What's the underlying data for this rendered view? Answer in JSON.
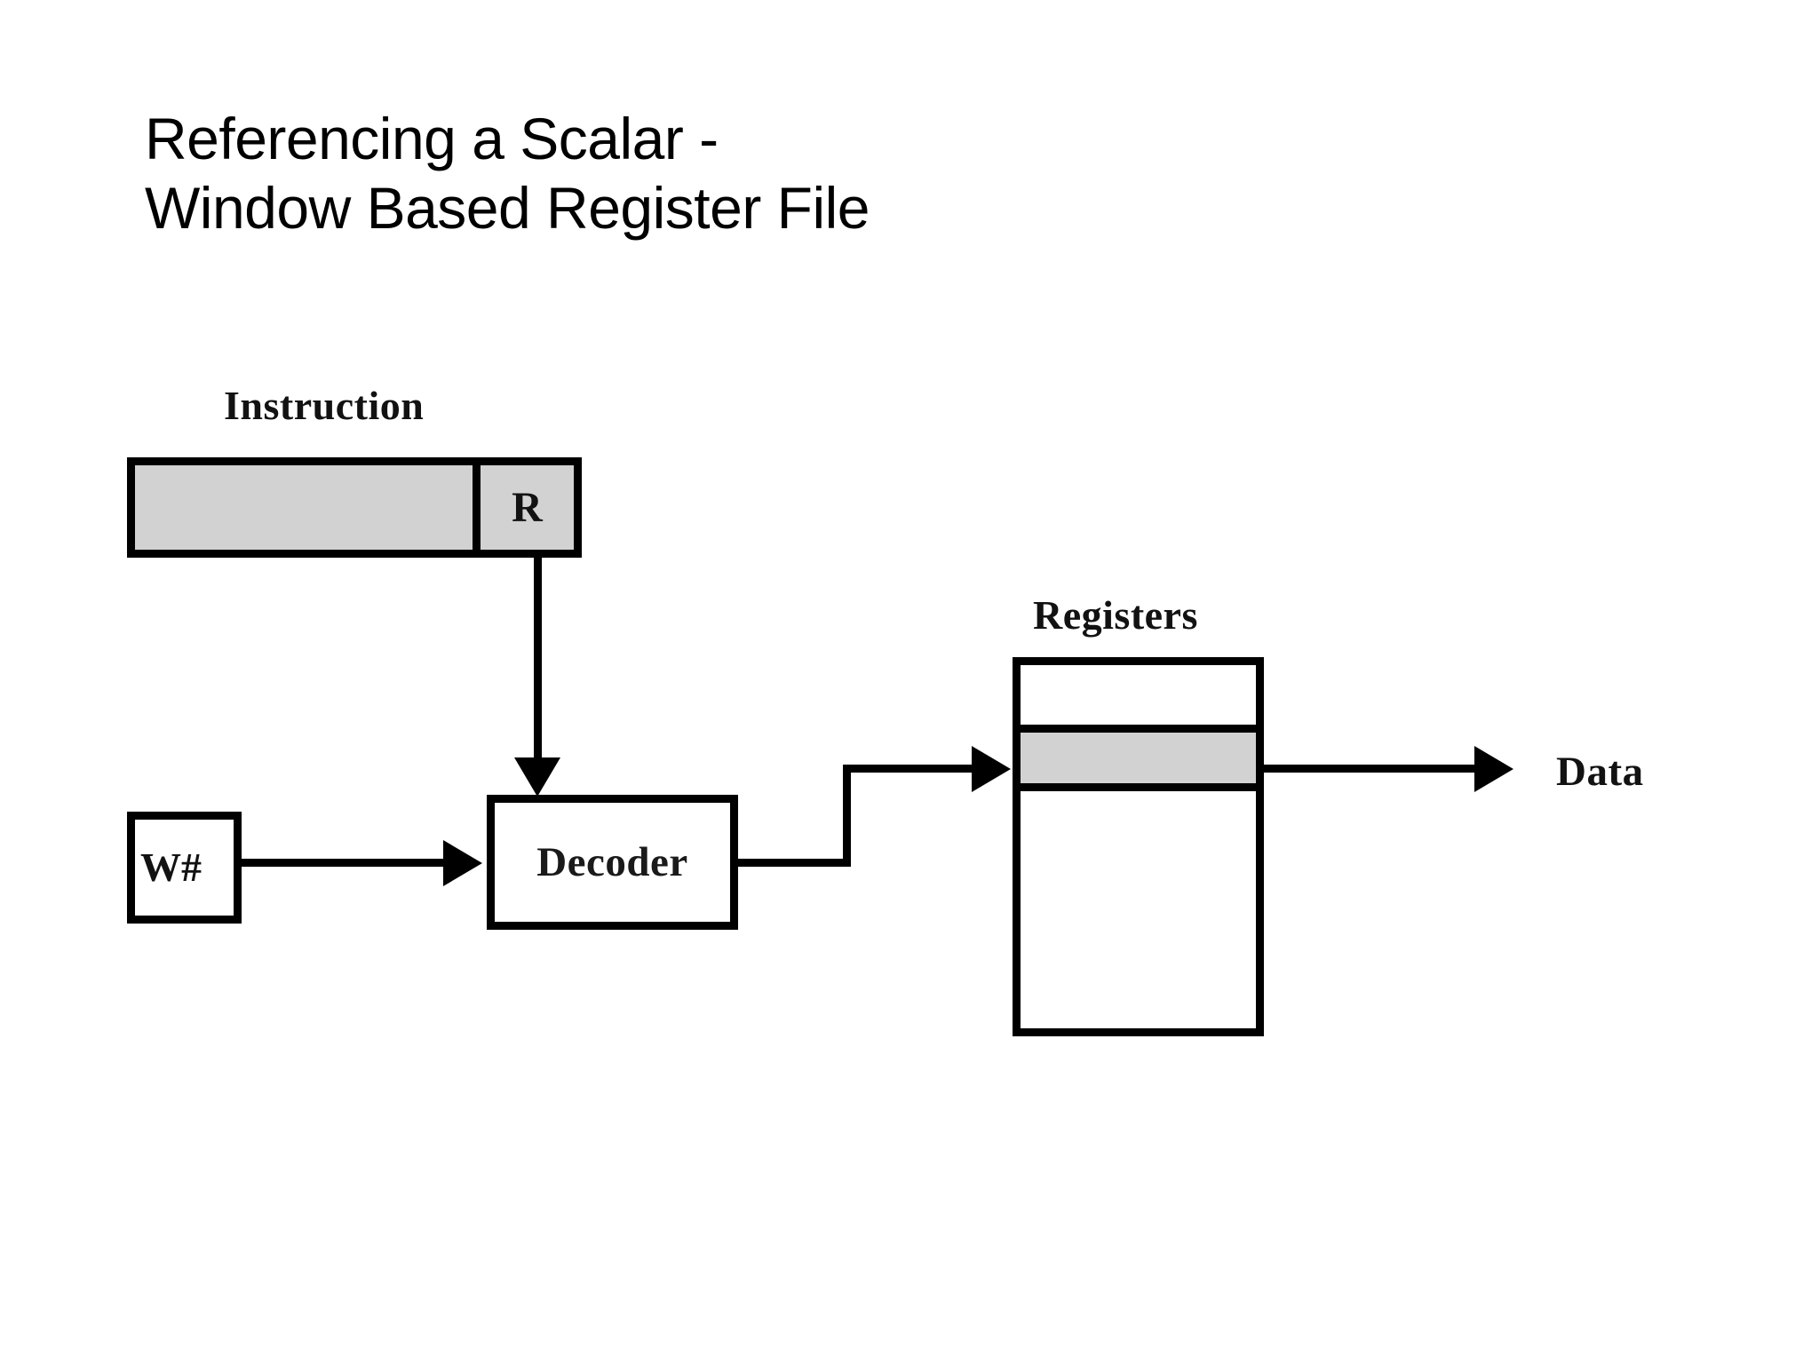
{
  "slide": {
    "title": "Referencing a Scalar -\nWindow Based Register File",
    "background_color": "#ffffff",
    "text_color": "#000000"
  },
  "diagram": {
    "accent_fill": "#d2d2d2",
    "stroke_color": "#000000",
    "instruction": {
      "label": "Instruction",
      "fields": [
        {
          "name": "opcode-field",
          "text": ""
        },
        {
          "name": "register-field",
          "text": "R"
        }
      ]
    },
    "window_number": {
      "label": "W#"
    },
    "decoder": {
      "label": "Decoder"
    },
    "register_file": {
      "label": "Registers",
      "bands": [
        {
          "name": "upper-registers",
          "selected": false
        },
        {
          "name": "selected-register",
          "selected": true
        },
        {
          "name": "lower-registers",
          "selected": false
        }
      ]
    },
    "output": {
      "label": "Data"
    },
    "connections": [
      {
        "from": "register-field",
        "to": "decoder",
        "direction": "down"
      },
      {
        "from": "window-number",
        "to": "decoder",
        "direction": "right"
      },
      {
        "from": "decoder",
        "to": "selected-register",
        "direction": "right"
      },
      {
        "from": "selected-register",
        "to": "data-output",
        "direction": "right"
      }
    ]
  }
}
